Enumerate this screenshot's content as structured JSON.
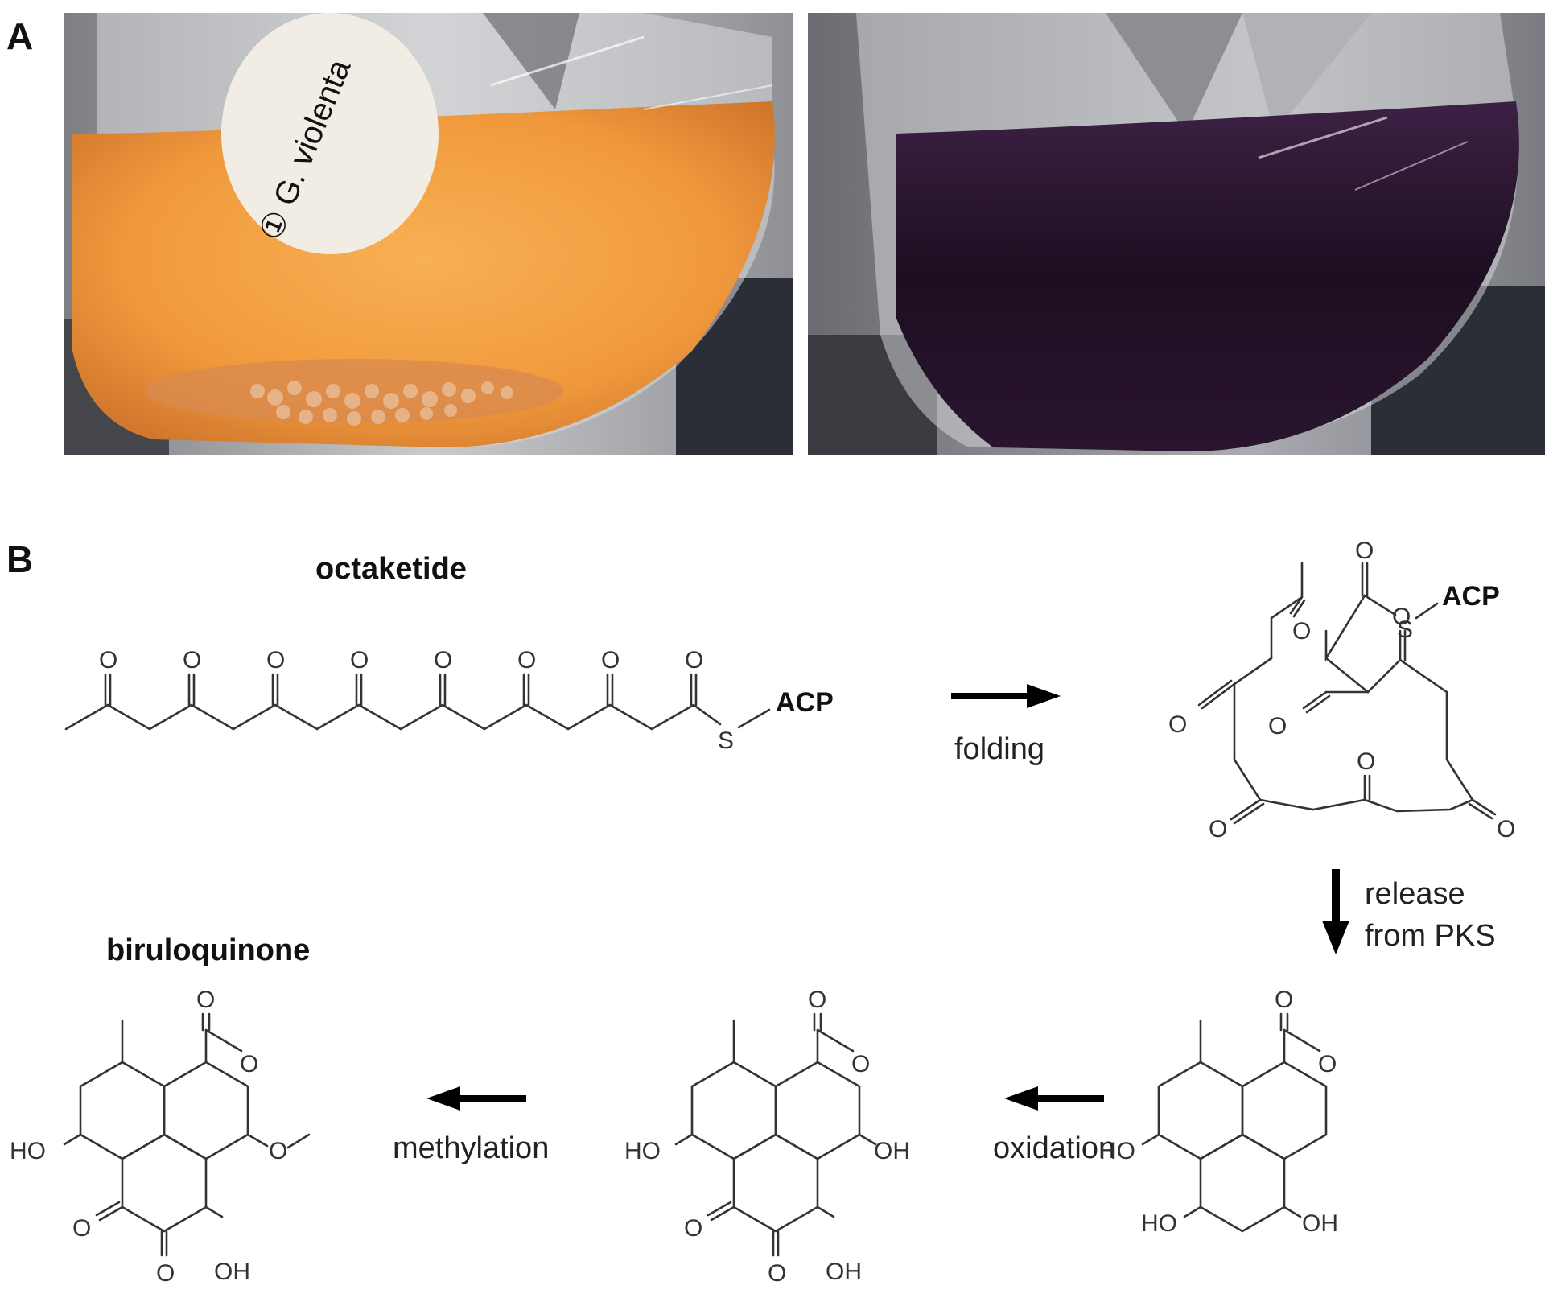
{
  "panels": {
    "a_label": "A",
    "b_label": "B"
  },
  "photo": {
    "flask_sticker_text": "① G. violenta"
  },
  "compounds": {
    "octaketide": "octaketide",
    "biruloquinone": "biruloquinone"
  },
  "atoms": {
    "oxygen": "O",
    "sulfur": "S",
    "acp": "ACP",
    "hydroxyl_left": "HO",
    "hydroxyl_right": "OH"
  },
  "steps": {
    "folding": "folding",
    "release_line1": "release",
    "release_line2": "from PKS",
    "oxidation": "oxidation",
    "methylation": "methylation"
  },
  "colors": {
    "orange_culture": "#f2a04a",
    "purple_culture": "#2a1530",
    "arrow": "#000000"
  }
}
